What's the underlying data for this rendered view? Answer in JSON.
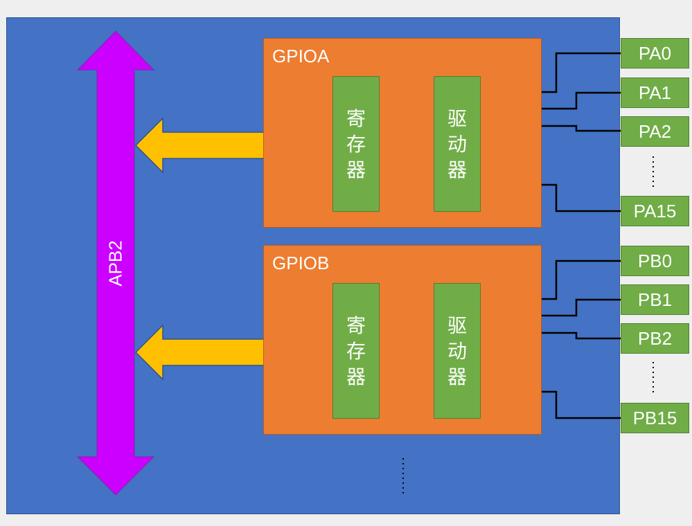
{
  "bus": {
    "label": "APB2",
    "color": "#cc00ff"
  },
  "ports": [
    {
      "name": "GPIOA",
      "register_label": "寄存器",
      "driver_label": "驱动器",
      "pins": [
        "PA0",
        "PA1",
        "PA2",
        "PA15"
      ]
    },
    {
      "name": "GPIOB",
      "register_label": "寄存器",
      "driver_label": "驱动器",
      "pins": [
        "PB0",
        "PB1",
        "PB2",
        "PB15"
      ]
    }
  ],
  "colors": {
    "chip": "#4472c4",
    "port": "#ed7d31",
    "block": "#70ad47",
    "arrow": "#ffc000"
  }
}
